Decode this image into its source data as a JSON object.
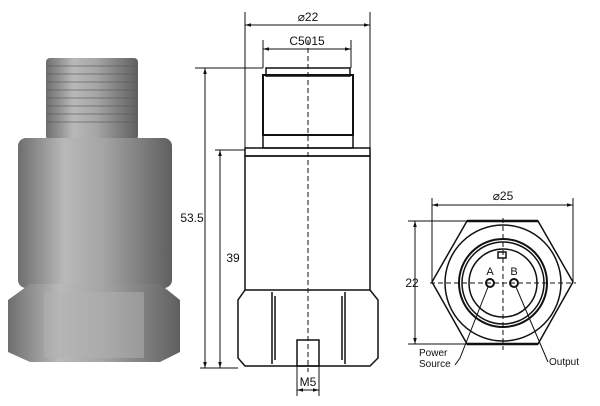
{
  "product_photo": {
    "name": "sensor-photo"
  },
  "side_view": {
    "outer_diameter": "⌀22",
    "connector_label": "C5015",
    "total_height": "53.5",
    "body_height": "39",
    "thread": "M5"
  },
  "end_view": {
    "diameter": "⌀25",
    "flat_width": "22",
    "pin_a": "A",
    "pin_b": "B",
    "pin_a_label_line1": "Power",
    "pin_a_label_line2": "Source",
    "pin_b_label": "Output"
  },
  "colors": {
    "line": "#111111",
    "metal": "#9a9a9a"
  }
}
